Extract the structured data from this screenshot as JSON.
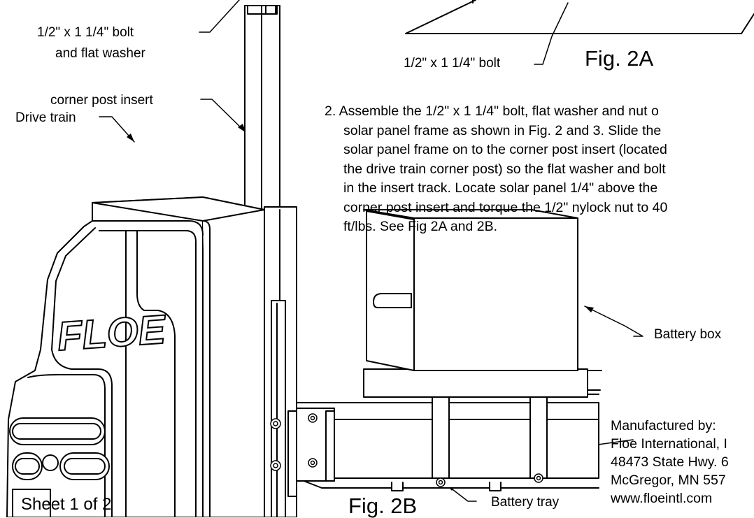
{
  "labels": {
    "bolt_washer_line1": "1/2\" x 1 1/4\" bolt",
    "bolt_washer_line2": "and flat washer",
    "corner_post_insert": "corner post insert",
    "drive_train": "Drive train",
    "bolt_only": "1/2\" x 1 1/4\" bolt",
    "battery_box": "Battery box",
    "battery_tray": "Battery tray",
    "logo_text": "FLOE"
  },
  "figures": {
    "fig_2a": "Fig. 2A",
    "fig_2b": "Fig. 2B"
  },
  "instruction": {
    "line1": "2.  Assemble the 1/2\" x 1 1/4\" bolt, flat washer and nut o",
    "line2": "solar panel frame as shown in Fig. 2 and 3.  Slide the",
    "line3": "solar panel frame on to the corner post insert (located",
    "line4": "the drive train corner post) so the flat washer and bolt",
    "line5": "in the insert track.  Locate solar panel 1/4\" above the",
    "line6": "corner post insert and torque the 1/2\" nylock nut to 40",
    "line7": "ft/lbs.  See Fig 2A and 2B."
  },
  "manufacturer": {
    "heading": "Manufactured by:",
    "company": "Floe International, I",
    "address": "48473 State Hwy. 6",
    "city": "McGregor, MN 557",
    "website": "www.floeintl.com"
  },
  "sheet": "Sheet 1 of 2"
}
